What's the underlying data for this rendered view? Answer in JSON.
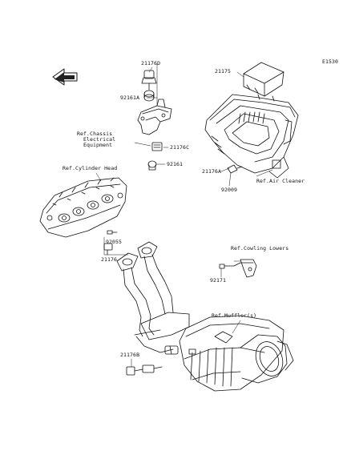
{
  "diagram": {
    "code": "E1530",
    "orientation_icon": "front-arrow-icon",
    "labels": {
      "p21176D": "21176D",
      "p92161A": "92161A",
      "ref_chassis_1": "Ref.Chassis",
      "ref_chassis_2": "Electrical",
      "ref_chassis_3": "Equipment",
      "p21176C": "21176C",
      "p92161": "92161",
      "p21175": "21175",
      "p21176A": "21176A",
      "ref_air_cleaner": "Ref.Air Cleaner",
      "p92009": "92009",
      "ref_cylinder_head": "Ref.Cylinder Head",
      "p92055": "92055",
      "p21176": "21176",
      "ref_cowling_lowers": "Ref.Cowling Lowers",
      "p92171": "92171",
      "ref_muffler": "Ref.Muffler(s)",
      "p21176B": "21176B"
    }
  }
}
